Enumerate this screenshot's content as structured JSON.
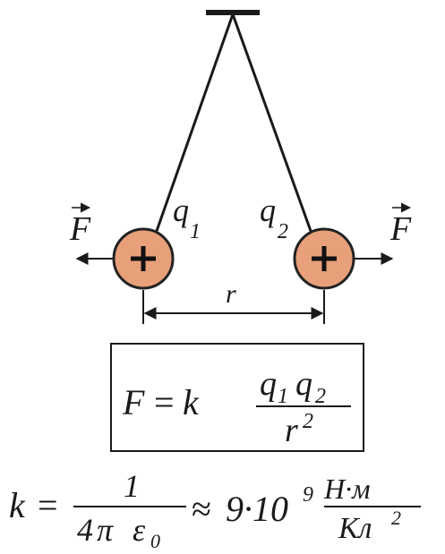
{
  "colors": {
    "ink": "#1a1a1a",
    "charge_fill": "#e8a07a",
    "charge_stroke": "#222222"
  },
  "icons": [
    "plus-sign-icon",
    "arrow-left-icon",
    "arrow-right-icon",
    "vector-arrow-icon"
  ],
  "charges": [
    {
      "label": "q",
      "sub": "1",
      "sign": "+"
    },
    {
      "label": "q",
      "sub": "2",
      "sign": "+"
    }
  ],
  "force_left": "F",
  "force_right": "F",
  "distance_label": "r",
  "formula_main": {
    "lhs": "F",
    "eq": "=",
    "k": "k",
    "num_q1": "q",
    "num_sub1": "1",
    "num_q2": "q",
    "num_sub2": "2",
    "den_r": "r",
    "den_exp": "2"
  },
  "formula_k": {
    "k": "k",
    "eq": "=",
    "num": "1",
    "den_4": "4",
    "den_pi": "π",
    "den_eps": "ε",
    "den_eps_sub": "0",
    "approx": "≈",
    "value": "9·10",
    "value_exp": "9",
    "unit_num": "Н·м",
    "unit_den": "Кл",
    "unit_den_exp": "2"
  }
}
